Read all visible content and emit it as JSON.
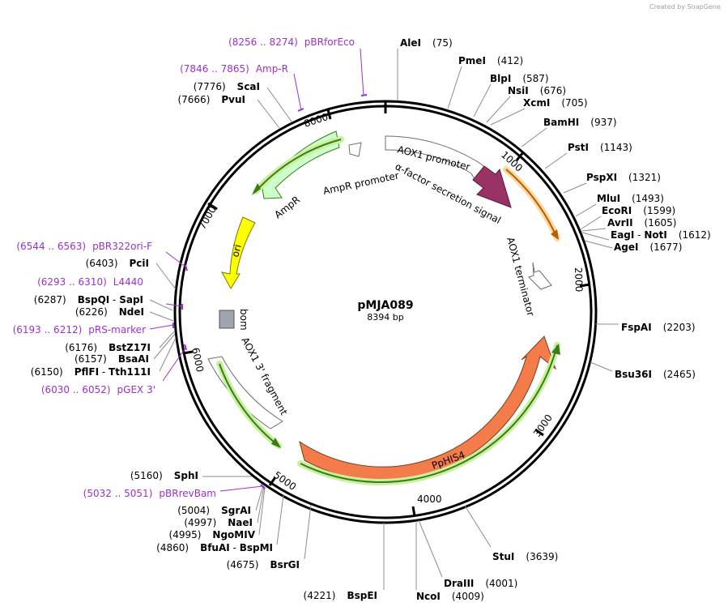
{
  "credit": "Created by SnapGene",
  "plasmid": {
    "name": "pMJA089",
    "size": "8394 bp"
  },
  "ticks": [
    "1000",
    "2000",
    "3000",
    "4000",
    "5000",
    "6000",
    "7000",
    "8000"
  ],
  "features": {
    "aox1_promoter": "AOX1 promoter",
    "alpha_factor": "α-factor secretion signal",
    "aox1_terminator": "AOX1 terminator",
    "pphis4": "PpHIS4",
    "aox1_3": "AOX1 3' fragment",
    "bom": "bom",
    "ori": "ori",
    "ampr": "AmpR",
    "ampr_promoter": "AmpR promoter"
  },
  "enzymes": [
    {
      "name": "AleI",
      "pos": "(75)"
    },
    {
      "name": "PmeI",
      "pos": "(412)"
    },
    {
      "name": "BlpI",
      "pos": "(587)"
    },
    {
      "name": "NsiI",
      "pos": "(676)"
    },
    {
      "name": "XcmI",
      "pos": "(705)"
    },
    {
      "name": "BamHI",
      "pos": "(937)"
    },
    {
      "name": "PstI",
      "pos": "(1143)"
    },
    {
      "name": "PspXI",
      "pos": "(1321)"
    },
    {
      "name": "MluI",
      "pos": "(1493)"
    },
    {
      "name": "EcoRI",
      "pos": "(1599)"
    },
    {
      "name": "AvrII",
      "pos": "(1605)"
    },
    {
      "name": "EagI",
      "name2": "NotI",
      "pos": "(1612)"
    },
    {
      "name": "AgeI",
      "pos": "(1677)"
    },
    {
      "name": "FspAI",
      "pos": "(2203)"
    },
    {
      "name": "Bsu36I",
      "pos": "(2465)"
    },
    {
      "name": "StuI",
      "pos": "(3639)"
    },
    {
      "name": "DraIII",
      "pos": "(4001)"
    },
    {
      "name": "NcoI",
      "pos": "(4009)"
    },
    {
      "name": "BspEI",
      "pos": "(4221)"
    },
    {
      "name": "BsrGI",
      "pos": "(4675)"
    },
    {
      "name": "BfuAI",
      "name2": "BspMI",
      "pos": "(4860)"
    },
    {
      "name": "NgoMIV",
      "pos": "(4995)"
    },
    {
      "name": "NaeI",
      "pos": "(4997)"
    },
    {
      "name": "SgrAI",
      "pos": "(5004)"
    },
    {
      "name": "SphI",
      "pos": "(5160)"
    },
    {
      "name": "PflFI",
      "name2": "Tth111I",
      "pos": "(6150)"
    },
    {
      "name": "BsaAI",
      "pos": "(6157)"
    },
    {
      "name": "BstZ17I",
      "pos": "(6176)"
    },
    {
      "name": "NdeI",
      "pos": "(6226)"
    },
    {
      "name": "BspQI",
      "name2": "SapI",
      "pos": "(6287)"
    },
    {
      "name": "PciI",
      "pos": "(6403)"
    },
    {
      "name": "PvuI",
      "pos": "(7666)"
    },
    {
      "name": "ScaI",
      "pos": "(7776)"
    }
  ],
  "primers": [
    {
      "range": "(8256 .. 8274)",
      "name": "pBRforEco"
    },
    {
      "range": "(7846 .. 7865)",
      "name": "Amp-R"
    },
    {
      "range": "(6544 .. 6563)",
      "name": "pBR322ori-F"
    },
    {
      "range": "(6293 .. 6310)",
      "name": "L4440"
    },
    {
      "range": "(6193 .. 6212)",
      "name": "pRS-marker"
    },
    {
      "range": "(6030 .. 6052)",
      "name": "pGEX 3'"
    },
    {
      "range": "(5032 .. 5051)",
      "name": "pBRrevBam"
    }
  ],
  "colors": {
    "aox1_promoter": "#ffffff",
    "alpha_factor": "#993366",
    "aox1_terminator": "#ffffff",
    "pphis4": "#f47c4b",
    "ampr": "#ccffcc",
    "ori": "#ffff00",
    "bom": "#a0a4ad",
    "orf_arrow": "#3a7d12",
    "orf_glow": "#c8f0a0",
    "orange_orf": "#b85c00",
    "orange_glow": "#ffd9a0",
    "primer": "#9b30d0"
  }
}
